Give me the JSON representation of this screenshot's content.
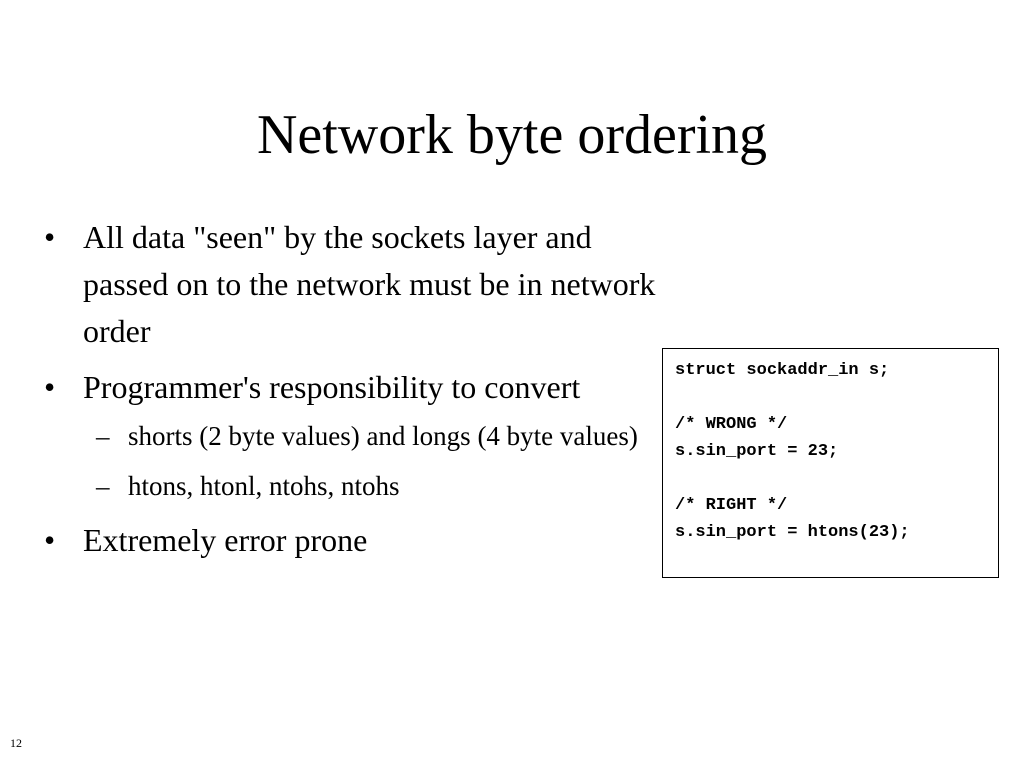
{
  "slide": {
    "title": "Network byte ordering",
    "page_number": "12"
  },
  "bullets": [
    {
      "marker": "•",
      "text": "All data \"seen\" by the sockets layer and passed on to the network must be in network order"
    },
    {
      "marker": "•",
      "text": "Programmer's responsibility to convert",
      "sub": [
        {
          "marker": "–",
          "text": "shorts (2 byte values) and longs (4 byte values)"
        },
        {
          "marker": "–",
          "text": "htons, htonl, ntohs, ntohs"
        }
      ]
    },
    {
      "marker": "•",
      "text": "Extremely error prone"
    }
  ],
  "code_box": {
    "lines": [
      "struct sockaddr_in s;",
      "",
      "/* WRONG */",
      "s.sin_port = 23;",
      "",
      "/* RIGHT */",
      "s.sin_port = htons(23);"
    ]
  }
}
